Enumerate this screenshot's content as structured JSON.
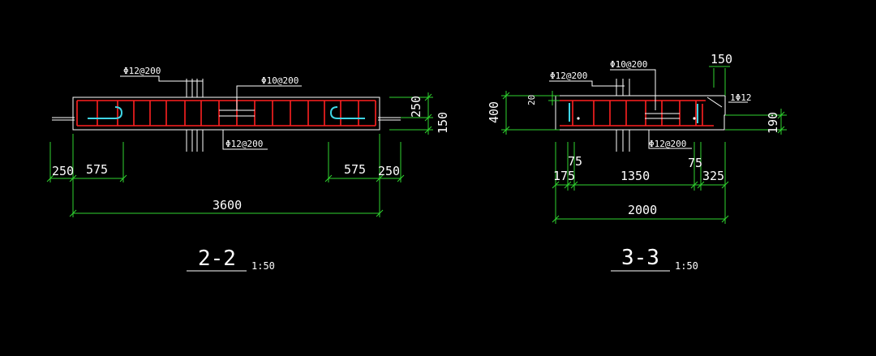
{
  "section_2_2": {
    "title": "2-2",
    "scale": "1:50",
    "labels": {
      "top_left_bar": "Φ12@200",
      "top_right_bar": "Φ10@200",
      "bottom_bar": "Φ12@200"
    },
    "dims": {
      "left_edge": "250",
      "left_inner": "575",
      "right_inner": "575",
      "right_edge": "250",
      "overall": "3600",
      "right_upper": "250",
      "right_lower": "150"
    }
  },
  "section_3_3": {
    "title": "3-3",
    "scale": "1:50",
    "labels": {
      "top_left_bar": "Φ12@200",
      "top_mid_bar": "Φ10@200",
      "right_bar": "1Φ12",
      "bottom_bar": "Φ12@200"
    },
    "dims": {
      "height": "400",
      "cover": "20",
      "top_right": "150",
      "right_height": "190",
      "d175": "175",
      "d75_left": "75",
      "d1350": "1350",
      "d75_right": "75",
      "d325": "325",
      "overall": "2000"
    }
  },
  "colors": {
    "background": "#000000",
    "outline": "#ffffff",
    "dimension": "#2fd52f",
    "rebar": "#ff2020",
    "hook": "#3fd6e6"
  }
}
